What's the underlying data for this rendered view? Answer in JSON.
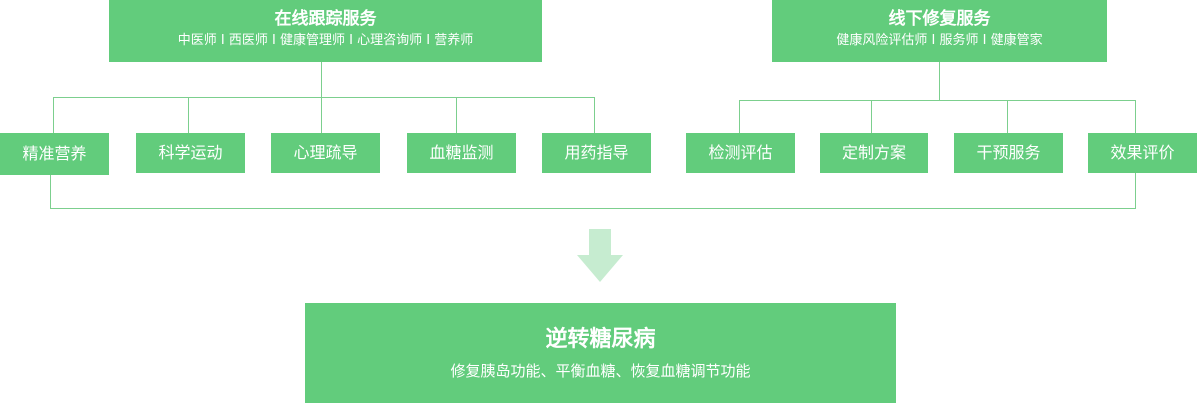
{
  "online": {
    "title": "在线跟踪服务",
    "subtitle": "中医师 I 西医师 I 健康管理师 I 心理咨询师 I 营养师",
    "items": [
      "精准营养",
      "科学运动",
      "心理疏导",
      "血糖监测",
      "用药指导"
    ]
  },
  "offline": {
    "title": "线下修复服务",
    "subtitle": "健康风险评估师 I 服务师 I 健康管家",
    "items": [
      "检测评估",
      "定制方案",
      "干预服务",
      "效果评价"
    ]
  },
  "result": {
    "title": "逆转糖尿病",
    "subtitle": "修复胰岛功能、平衡血糖、恢复血糖调节功能"
  },
  "colors": {
    "box": "#62cc7c",
    "line": "#7ccf8e",
    "arrow": "#c6ecd0"
  }
}
